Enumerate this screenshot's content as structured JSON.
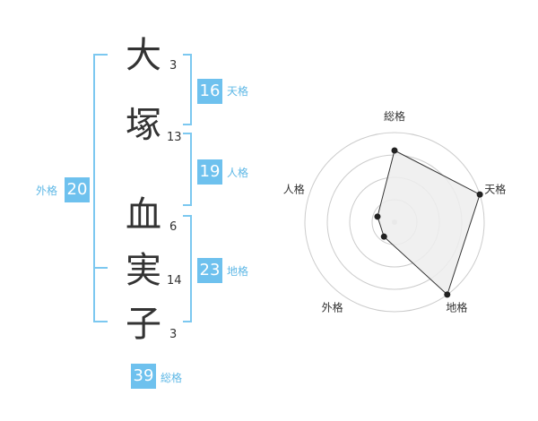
{
  "colors": {
    "accent": "#7cc8f0",
    "badge": "#6ec1ee",
    "label": "#5fb8e6",
    "text": "#333333",
    "grid": "#cccccc",
    "fill": "#ededed",
    "line": "#333333",
    "dot": "#222222"
  },
  "name": {
    "chars": [
      {
        "char": "大",
        "strokes": "3"
      },
      {
        "char": "塚",
        "strokes": "13"
      },
      {
        "char": "血",
        "strokes": "6"
      },
      {
        "char": "実",
        "strokes": "14"
      },
      {
        "char": "子",
        "strokes": "3"
      }
    ]
  },
  "kaku": {
    "tenkaku": {
      "value": "16",
      "label": "天格"
    },
    "jinkaku": {
      "value": "19",
      "label": "人格"
    },
    "chikaku": {
      "value": "23",
      "label": "地格"
    },
    "gaikaku": {
      "value": "20",
      "label": "外格"
    },
    "soukaku": {
      "value": "39",
      "label": "総格"
    }
  },
  "chart_data": {
    "type": "radar",
    "axes": [
      "総格",
      "天格",
      "地格",
      "外格",
      "人格"
    ],
    "values": [
      4,
      5,
      5,
      1,
      1
    ],
    "max": 5,
    "rings": 4
  }
}
